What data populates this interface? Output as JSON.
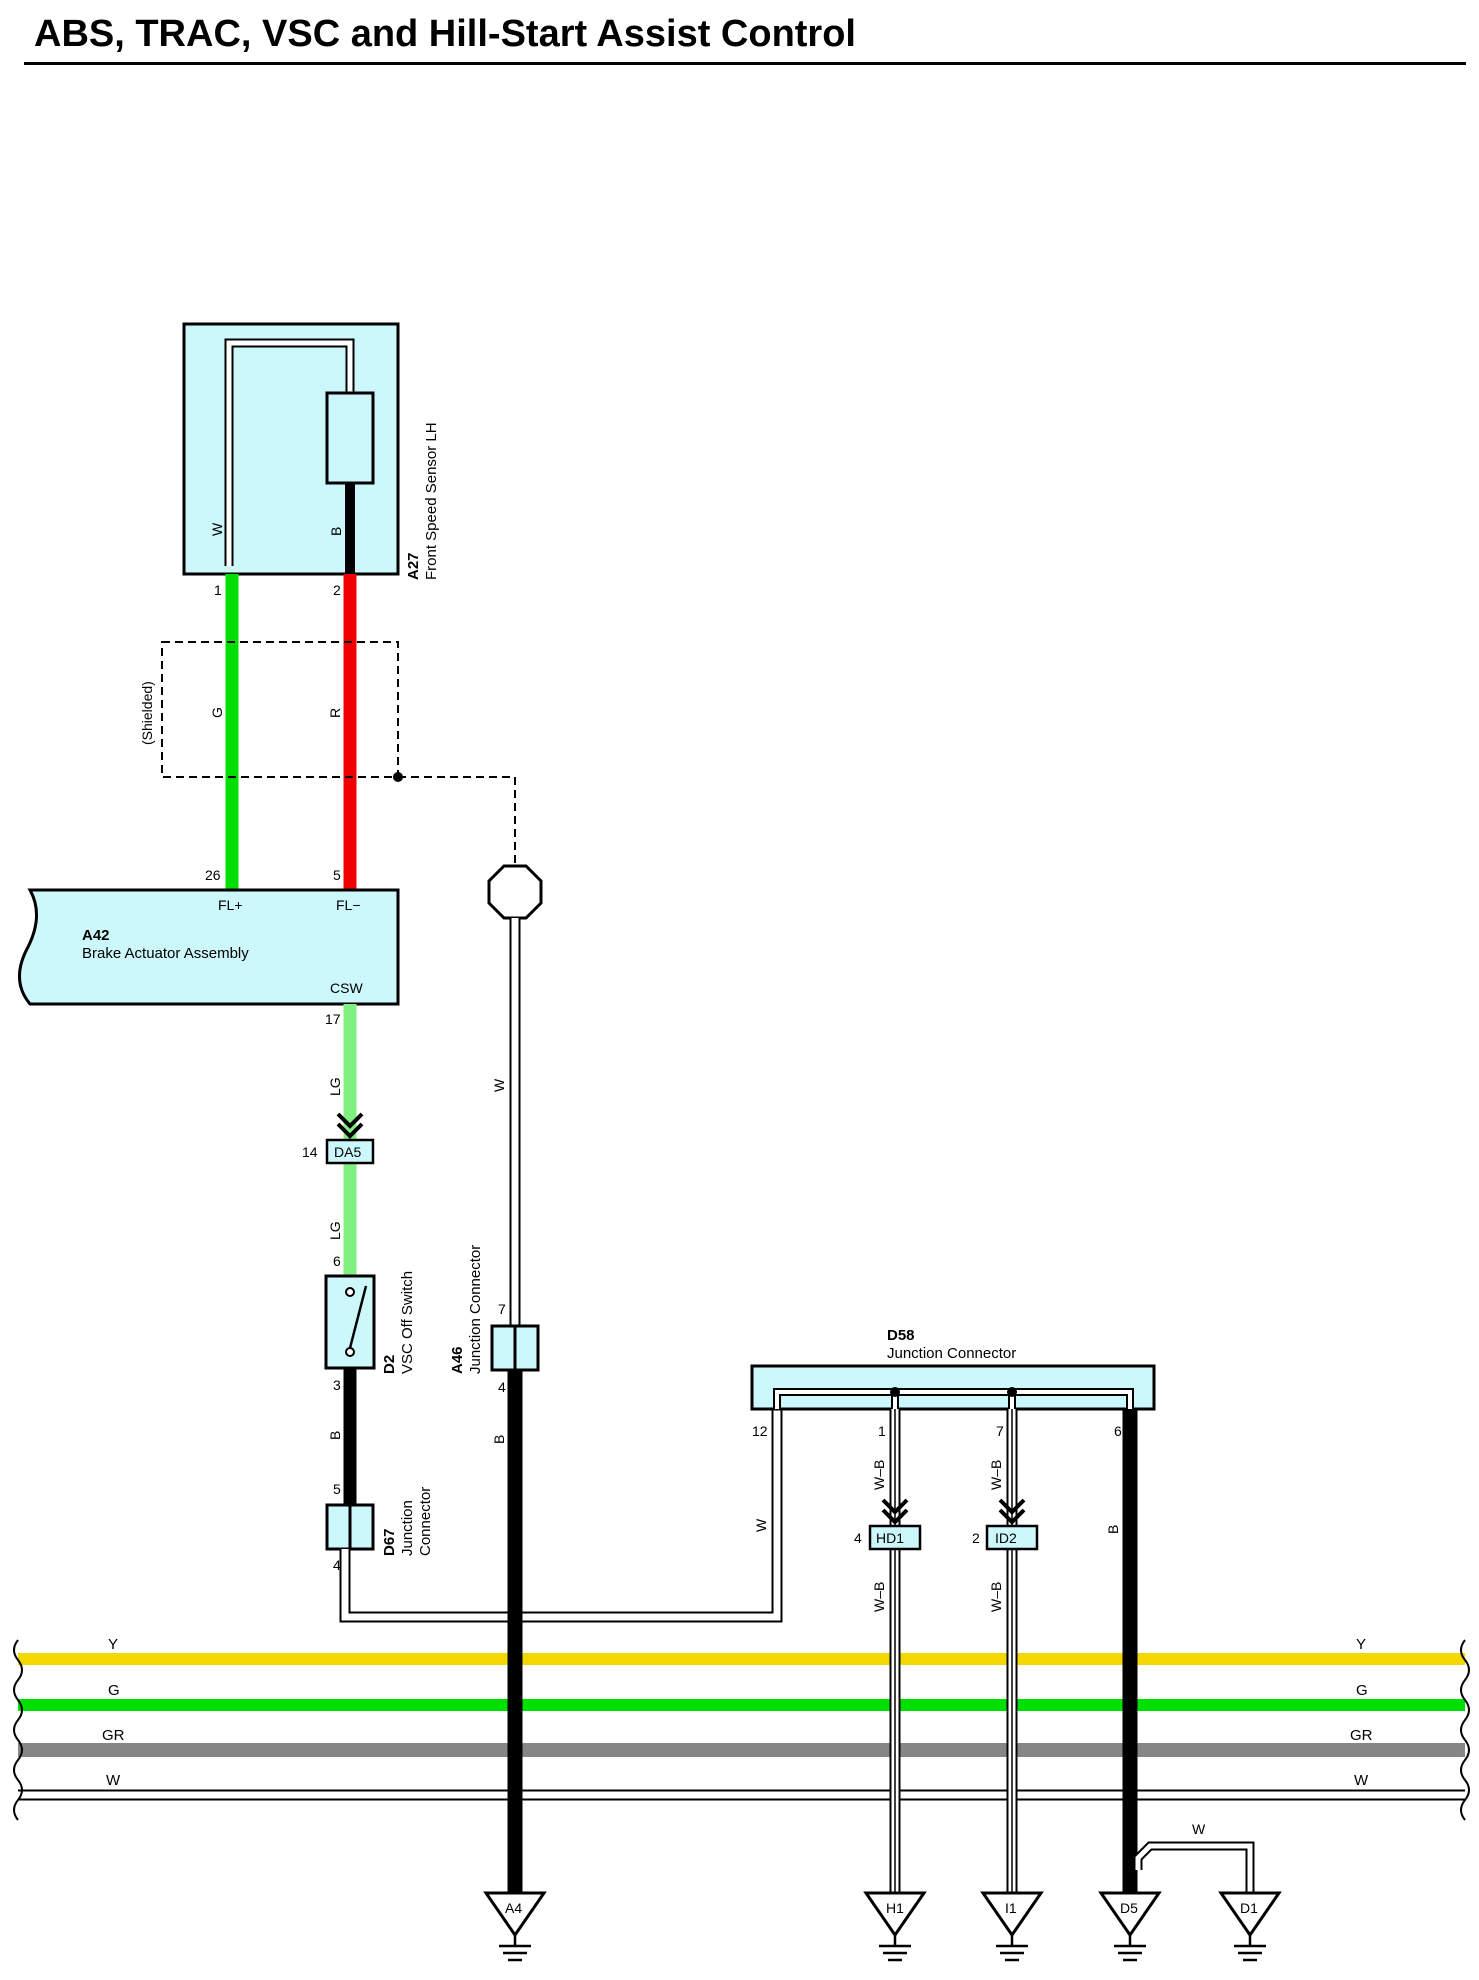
{
  "title": "ABS, TRAC, VSC and Hill-Start Assist Control",
  "colors": {
    "box_fill": "#ccf7fb",
    "green": "#00e000",
    "red": "#f00000",
    "light_green": "#80f080",
    "yellow": "#f2d800",
    "gray": "#868686",
    "black": "#000000"
  },
  "components": {
    "a27": {
      "code": "A27",
      "name": "Front Speed Sensor LH",
      "inner_w": "W",
      "inner_b": "B",
      "pin1": "1",
      "pin2": "2"
    },
    "shield": {
      "label": "(Shielded)",
      "wire_g": "G",
      "wire_r": "R"
    },
    "a42": {
      "code": "A42",
      "name": "Brake Actuator Assembly",
      "pin26": "26",
      "pin5": "5",
      "fl_plus": "FL+",
      "fl_minus": "FL−",
      "csw": "CSW",
      "pin17": "17"
    },
    "da5": {
      "code": "DA5",
      "pin": "14",
      "wire_above": "LG",
      "wire_below": "LG"
    },
    "d2": {
      "code": "D2",
      "name": "VSC Off Switch",
      "pin6": "6",
      "pin3": "3",
      "wire": "B"
    },
    "d67": {
      "code": "D67",
      "name_line1": "Junction",
      "name_line2": "Connector",
      "pin5": "5",
      "pin4": "4"
    },
    "a46": {
      "code": "A46",
      "name": "Junction Connector",
      "pin7": "7",
      "pin4": "4",
      "wire_top": "W",
      "wire_bottom": "B"
    },
    "d58": {
      "code": "D58",
      "name": "Junction Connector",
      "pin12": "12",
      "pin1": "1",
      "pin7": "7",
      "pin6": "6",
      "wire12": "W",
      "wire1": "W–B",
      "wire7": "W–B",
      "wire6": "B"
    },
    "hd1": {
      "code": "HD1",
      "pin": "4",
      "wire": "W–B"
    },
    "id2": {
      "code": "ID2",
      "pin": "2",
      "wire": "W–B"
    },
    "d1_wire": "W"
  },
  "bus": [
    {
      "label": "Y"
    },
    {
      "label": "G"
    },
    {
      "label": "GR"
    },
    {
      "label": "W"
    }
  ],
  "grounds": [
    "A4",
    "H1",
    "I1",
    "D5",
    "D1"
  ]
}
